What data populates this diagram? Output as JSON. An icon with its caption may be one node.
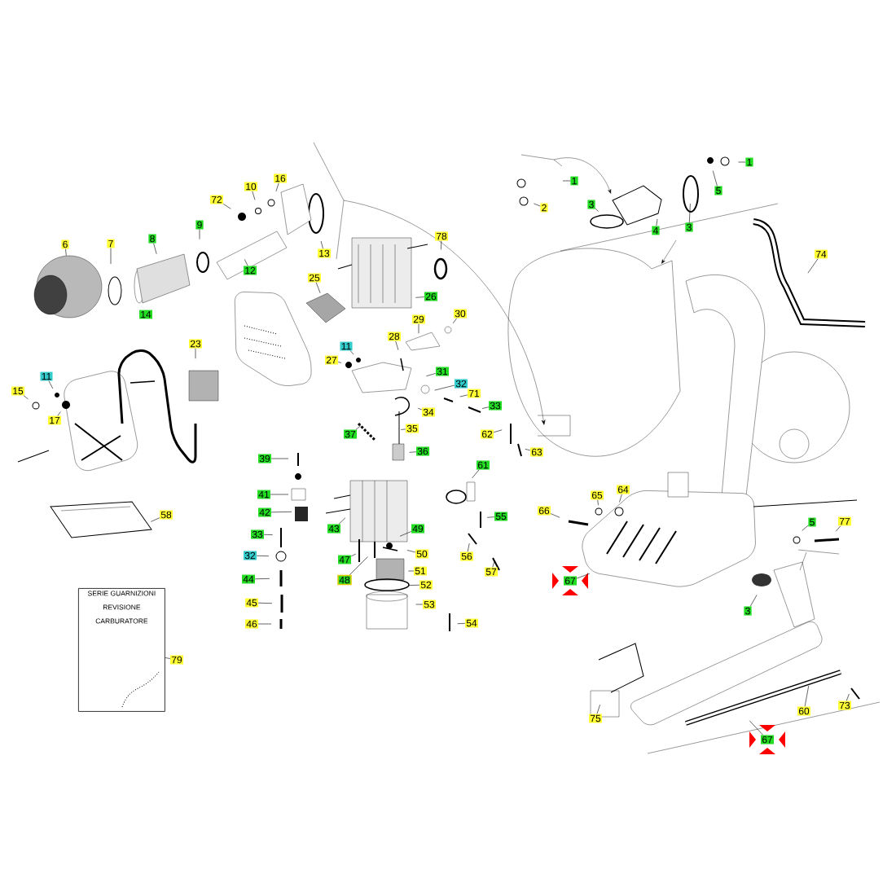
{
  "diagram": {
    "nodes": [
      {
        "text": [
          "1"
        ]
      },
      {
        "text": [
          "2"
        ]
      },
      {
        "text": [
          "3"
        ]
      },
      {
        "text": [
          "4"
        ]
      },
      {
        "text": [
          "3"
        ]
      },
      {
        "text": [
          "5"
        ]
      },
      {
        "text": [
          "1"
        ]
      },
      {
        "text": [
          "74"
        ]
      },
      {
        "text": [
          "6"
        ]
      },
      {
        "text": [
          "7"
        ]
      },
      {
        "text": [
          "8"
        ]
      },
      {
        "text": [
          "9"
        ]
      },
      {
        "text": [
          "12"
        ]
      },
      {
        "text": [
          "72"
        ]
      },
      {
        "text": [
          "10"
        ]
      },
      {
        "text": [
          "16"
        ]
      },
      {
        "text": [
          "13"
        ]
      },
      {
        "text": [
          "14"
        ]
      },
      {
        "text": [
          "11"
        ]
      },
      {
        "text": [
          "15"
        ]
      },
      {
        "text": [
          "17"
        ]
      },
      {
        "text": [
          "23"
        ]
      },
      {
        "text": [
          "25"
        ]
      },
      {
        "text": [
          "26"
        ]
      },
      {
        "text": [
          "78"
        ]
      },
      {
        "text": [
          "29"
        ]
      },
      {
        "text": [
          "30"
        ]
      },
      {
        "text": [
          "28"
        ]
      },
      {
        "text": [
          "11"
        ]
      },
      {
        "text": [
          "27"
        ]
      },
      {
        "text": [
          "31"
        ]
      },
      {
        "text": [
          "32"
        ]
      },
      {
        "text": [
          "71"
        ]
      },
      {
        "text": [
          "33"
        ]
      },
      {
        "text": [
          "34"
        ]
      },
      {
        "text": [
          "35"
        ]
      },
      {
        "text": [
          "37"
        ]
      },
      {
        "text": [
          "62"
        ]
      },
      {
        "text": [
          "63"
        ]
      },
      {
        "text": [
          "36"
        ]
      },
      {
        "text": [
          "39"
        ]
      },
      {
        "text": [
          "61"
        ]
      },
      {
        "text": [
          "41"
        ]
      },
      {
        "text": [
          "42"
        ]
      },
      {
        "text": [
          "55"
        ]
      },
      {
        "text": [
          "66"
        ]
      },
      {
        "text": [
          "65"
        ]
      },
      {
        "text": [
          "64"
        ]
      },
      {
        "text": [
          "43"
        ]
      },
      {
        "text": [
          "49"
        ]
      },
      {
        "text": [
          "50"
        ]
      },
      {
        "text": [
          "56"
        ]
      },
      {
        "text": [
          "57"
        ]
      },
      {
        "text": [
          "33"
        ]
      },
      {
        "text": [
          "47"
        ]
      },
      {
        "text": [
          "48"
        ]
      },
      {
        "text": [
          "51"
        ]
      },
      {
        "text": [
          "52"
        ]
      },
      {
        "text": [
          "32"
        ]
      },
      {
        "text": [
          "44"
        ]
      },
      {
        "text": [
          "53"
        ]
      },
      {
        "text": [
          "54"
        ]
      },
      {
        "text": [
          "45"
        ]
      },
      {
        "text": [
          "46"
        ]
      },
      {
        "text": [
          "67"
        ]
      },
      {
        "text": [
          "58"
        ]
      },
      {
        "text": [
          "5"
        ]
      },
      {
        "text": [
          "77"
        ]
      },
      {
        "text": [
          "3"
        ]
      },
      {
        "text": [
          "SERIE GUARNIZIONI REVISIONE CARBURATORE"
        ]
      },
      {
        "text": [
          "79"
        ]
      },
      {
        "text": [
          "75"
        ]
      },
      {
        "text": [
          "60"
        ]
      },
      {
        "text": [
          "73"
        ]
      },
      {
        "text": [
          "67"
        ]
      },
      {
        "text": [],
        "shape": "picture"
      },
      {
        "text": [],
        "shape": "picture"
      },
      {
        "text": [],
        "shape": "picture"
      }
    ],
    "edges": [
      {
        "from": 0,
        "to": null,
        "arrow": "none"
      },
      {
        "from": 1,
        "to": null,
        "arrow": "none"
      },
      {
        "from": 2,
        "to": null,
        "arrow": "none"
      },
      {
        "from": 3,
        "to": null,
        "arrow": "none"
      },
      {
        "from": 4,
        "to": null,
        "arrow": "none"
      },
      {
        "from": 5,
        "to": null,
        "arrow": "none"
      },
      {
        "from": 6,
        "to": null,
        "arrow": "none"
      },
      {
        "from": 7,
        "to": null,
        "arrow": "none"
      },
      {
        "from": 8,
        "to": 75,
        "arrow": "none"
      },
      {
        "from": 9,
        "to": null,
        "arrow": "none"
      },
      {
        "from": 10,
        "to": 76,
        "arrow": "none"
      },
      {
        "from": 11,
        "to": null,
        "arrow": "none"
      },
      {
        "from": 12,
        "to": null,
        "arrow": "none"
      },
      {
        "from": 13,
        "to": null,
        "arrow": "none"
      },
      {
        "from": 14,
        "to": null,
        "arrow": "none"
      },
      {
        "from": 15,
        "to": null,
        "arrow": "none"
      },
      {
        "from": 16,
        "to": null,
        "arrow": "none"
      },
      {
        "from": 18,
        "to": null,
        "arrow": "none"
      },
      {
        "from": 19,
        "to": null,
        "arrow": "none"
      },
      {
        "from": 20,
        "to": null,
        "arrow": "none"
      },
      {
        "from": 21,
        "to": null,
        "arrow": "none"
      },
      {
        "from": 22,
        "to": 77,
        "arrow": "none"
      },
      {
        "from": 23,
        "to": null,
        "arrow": "none"
      },
      {
        "from": 24,
        "to": null,
        "arrow": "none"
      },
      {
        "from": 25,
        "to": null,
        "arrow": "none"
      },
      {
        "from": 26,
        "to": null,
        "arrow": "none"
      },
      {
        "from": 27,
        "to": null,
        "arrow": "none"
      },
      {
        "from": 28,
        "to": null,
        "arrow": "none"
      },
      {
        "from": 29,
        "to": null,
        "arrow": "none"
      },
      {
        "from": 30,
        "to": null,
        "arrow": "none"
      },
      {
        "from": 31,
        "to": null,
        "arrow": "none"
      },
      {
        "from": 32,
        "to": null,
        "arrow": "none"
      },
      {
        "from": 33,
        "to": null,
        "arrow": "none"
      },
      {
        "from": 34,
        "to": null,
        "arrow": "none"
      },
      {
        "from": 35,
        "to": null,
        "arrow": "none"
      },
      {
        "from": 36,
        "to": null,
        "arrow": "none"
      },
      {
        "from": 37,
        "to": null,
        "arrow": "none"
      },
      {
        "from": 38,
        "to": null,
        "arrow": "none"
      },
      {
        "from": 39,
        "to": null,
        "arrow": "none"
      },
      {
        "from": 40,
        "to": null,
        "arrow": "none"
      },
      {
        "from": 41,
        "to": null,
        "arrow": "none"
      },
      {
        "from": 42,
        "to": null,
        "arrow": "none"
      },
      {
        "from": 43,
        "to": null,
        "arrow": "none"
      },
      {
        "from": 44,
        "to": null,
        "arrow": "none"
      },
      {
        "from": 45,
        "to": null,
        "arrow": "none"
      },
      {
        "from": 46,
        "to": null,
        "arrow": "none"
      },
      {
        "from": 47,
        "to": null,
        "arrow": "none"
      },
      {
        "from": 48,
        "to": null,
        "arrow": "none"
      },
      {
        "from": 49,
        "to": null,
        "arrow": "none"
      },
      {
        "from": 50,
        "to": null,
        "arrow": "none"
      },
      {
        "from": 51,
        "to": null,
        "arrow": "none"
      },
      {
        "from": 52,
        "to": null,
        "arrow": "none"
      },
      {
        "from": 53,
        "to": null,
        "arrow": "none"
      },
      {
        "from": 54,
        "to": null,
        "arrow": "none"
      },
      {
        "from": 55,
        "to": null,
        "arrow": "none"
      },
      {
        "from": 56,
        "to": null,
        "arrow": "none"
      },
      {
        "from": 57,
        "to": null,
        "arrow": "none"
      },
      {
        "from": 58,
        "to": null,
        "arrow": "none"
      },
      {
        "from": 59,
        "to": null,
        "arrow": "none"
      },
      {
        "from": 60,
        "to": null,
        "arrow": "none"
      },
      {
        "from": 61,
        "to": null,
        "arrow": "none"
      },
      {
        "from": 62,
        "to": null,
        "arrow": "none"
      },
      {
        "from": 63,
        "to": null,
        "arrow": "none"
      },
      {
        "from": 64,
        "to": null,
        "arrow": "none"
      },
      {
        "from": 65,
        "to": null,
        "arrow": "none"
      },
      {
        "from": 66,
        "to": null,
        "arrow": "none"
      },
      {
        "from": 67,
        "to": null,
        "arrow": "none"
      },
      {
        "from": 68,
        "to": null,
        "arrow": "none"
      },
      {
        "from": 70,
        "to": 69,
        "arrow": "none"
      },
      {
        "from": 71,
        "to": null,
        "arrow": "none"
      },
      {
        "from": 72,
        "to": null,
        "arrow": "none"
      },
      {
        "from": 73,
        "to": null,
        "arrow": "none"
      },
      {
        "from": 74,
        "to": null,
        "arrow": "none"
      }
    ]
  }
}
